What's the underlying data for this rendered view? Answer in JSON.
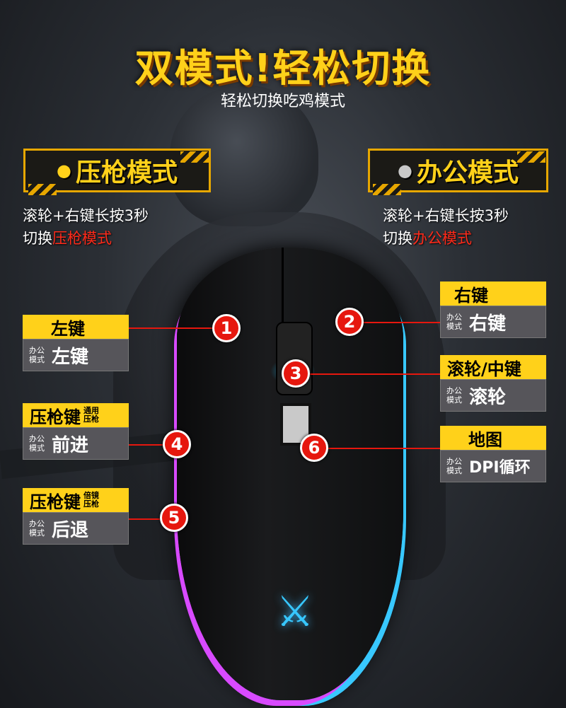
{
  "title": "双模式!轻松切换",
  "subtitle": "轻松切换吃鸡模式",
  "modes": {
    "left": {
      "label": "压枪模式",
      "line1": "滚轮+右键长按3秒",
      "line2_prefix": "切换",
      "line2_highlight": "压枪模式"
    },
    "right": {
      "label": "办公模式",
      "line1": "滚轮+右键长按3秒",
      "line2_prefix": "切换",
      "line2_highlight": "办公模式"
    }
  },
  "office_tag": "办公\n模式",
  "buttons": [
    {
      "num": "1",
      "name": "左键",
      "tag": "",
      "office": "左键"
    },
    {
      "num": "2",
      "name": "右键",
      "tag": "",
      "office": "右键"
    },
    {
      "num": "3",
      "name": "滚轮/中键",
      "tag": "",
      "office": "滚轮"
    },
    {
      "num": "4",
      "name": "压枪键",
      "tag": "通用压枪",
      "office": "前进"
    },
    {
      "num": "5",
      "name": "压枪键",
      "tag": "倍镜压枪",
      "office": "后退"
    },
    {
      "num": "6",
      "name": "地图",
      "tag": "",
      "office": "DPI循环"
    }
  ],
  "logo_glyph": "⚔",
  "colors": {
    "accent": "#ffd11a",
    "marker": "#e6170e",
    "highlight": "#ff2a1a"
  }
}
